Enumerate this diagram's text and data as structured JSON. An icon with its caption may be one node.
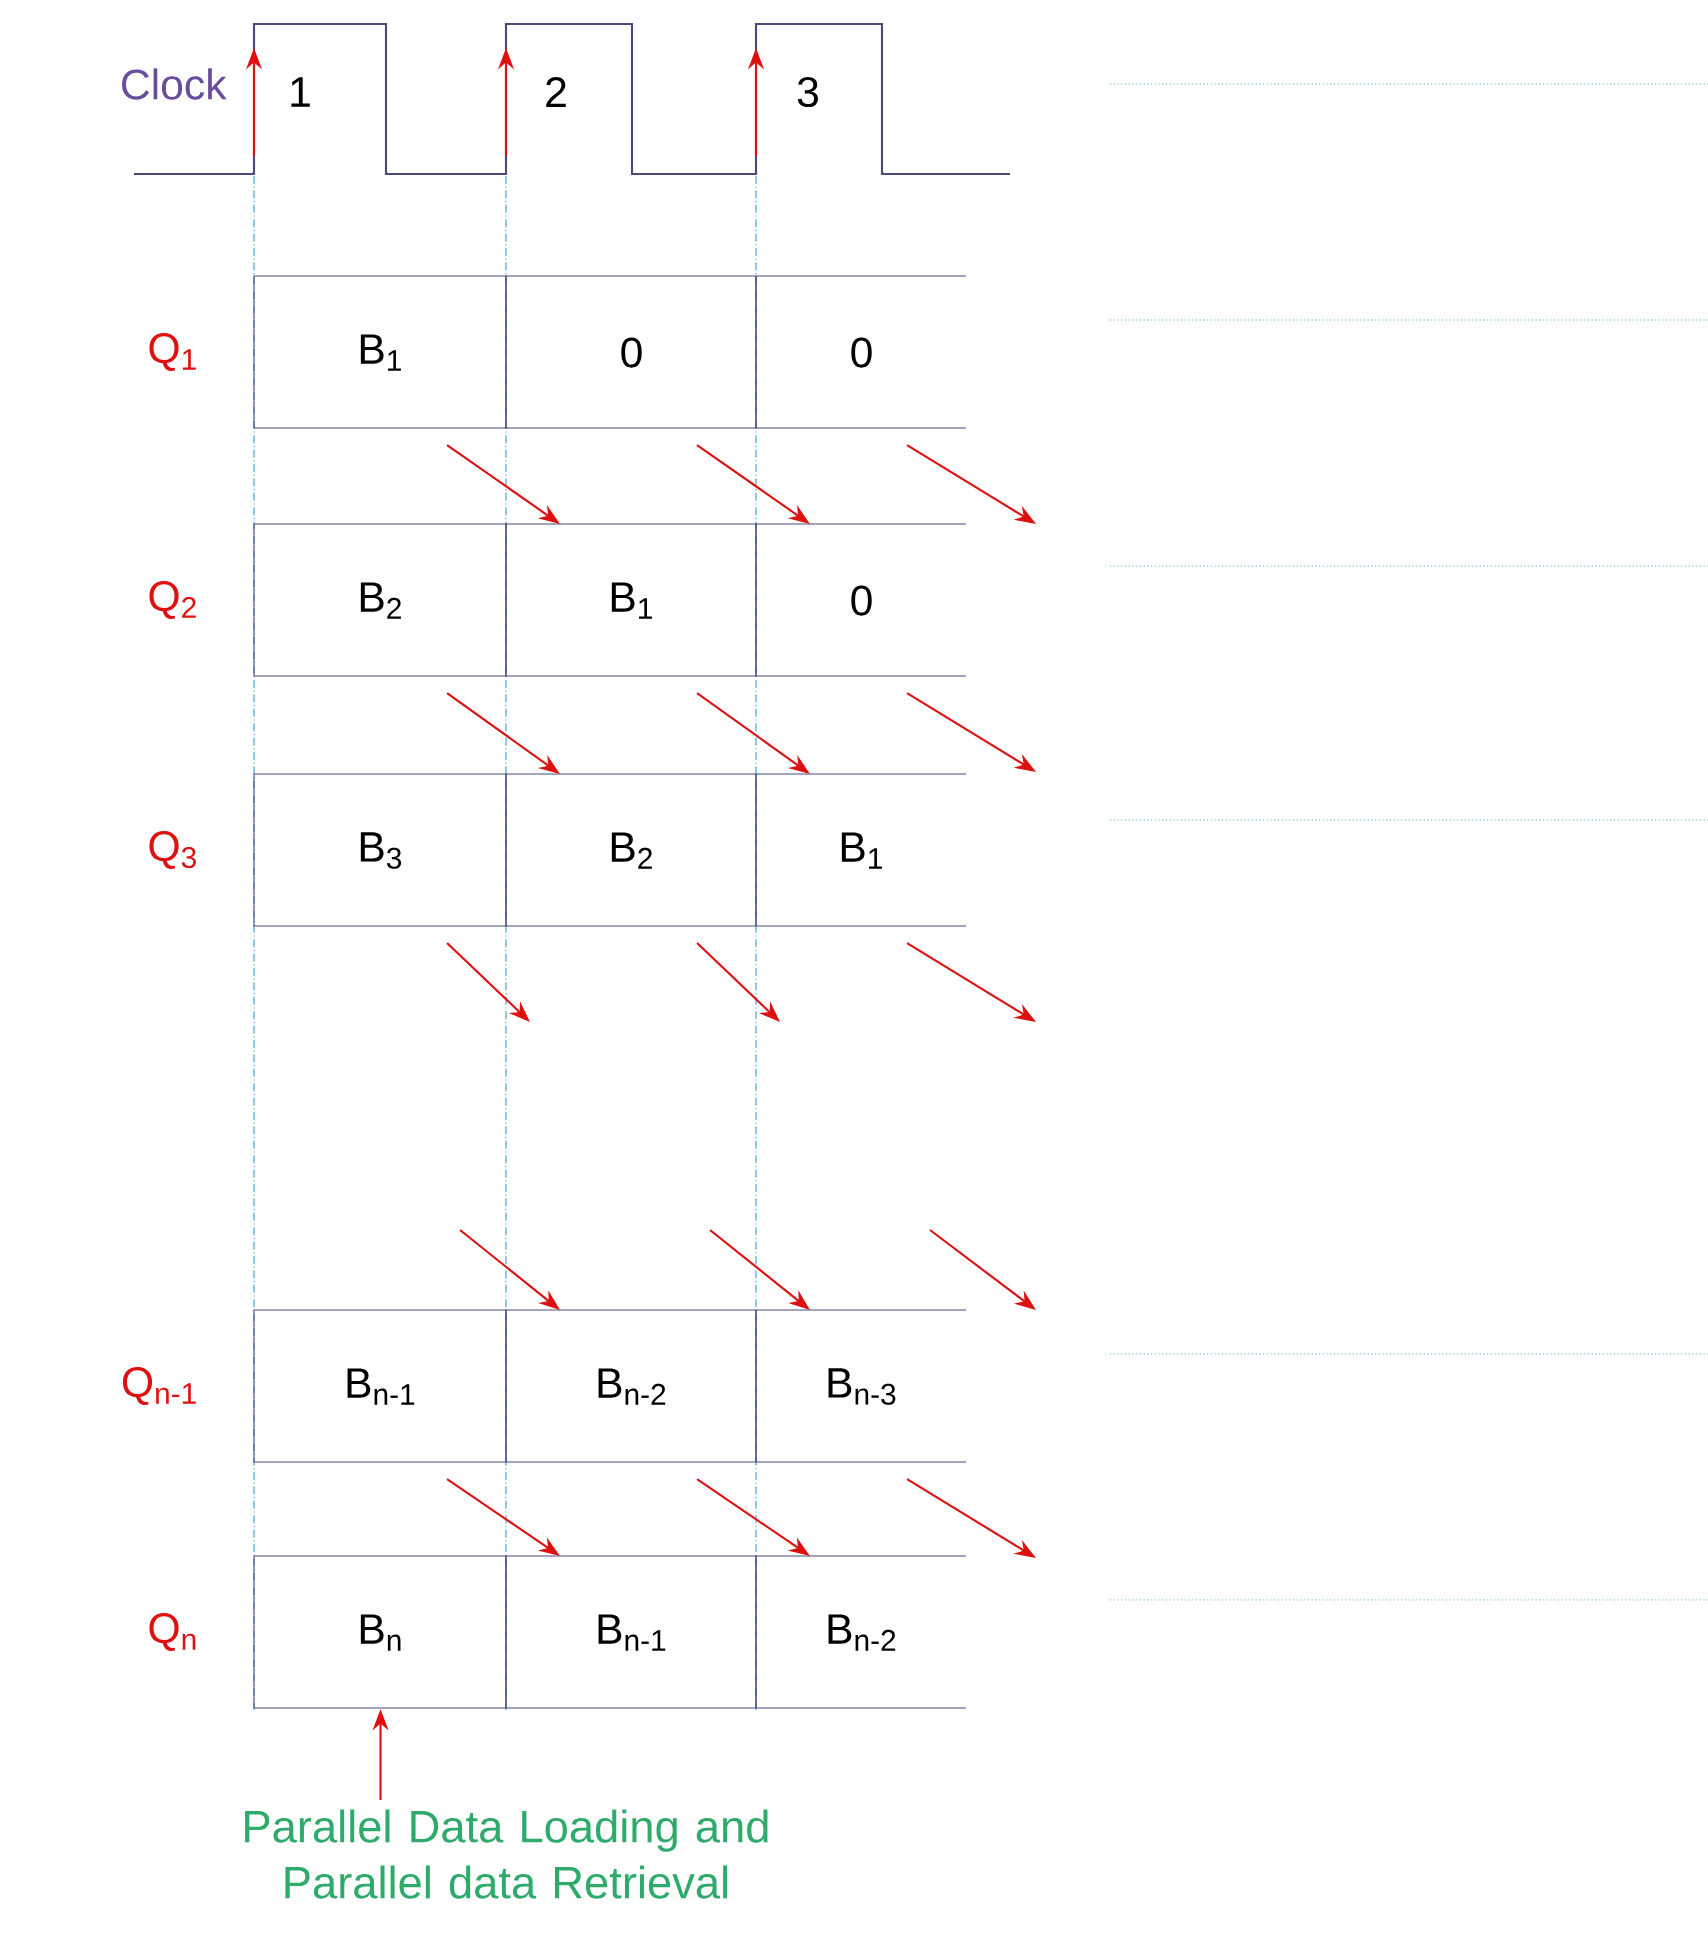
{
  "diagram": {
    "nodes": [
      {
        "text": [
          "B$_{1}$"
        ]
      },
      {
        "text": [
          "0"
        ]
      },
      {
        "text": [
          "0"
        ]
      },
      {
        "text": [
          "B$_{2}$"
        ]
      },
      {
        "text": [
          "B$_{1}$"
        ]
      },
      {
        "text": [
          "0"
        ]
      },
      {
        "text": [
          "B$_{3}$"
        ]
      },
      {
        "text": [
          "B$_{2}$"
        ]
      },
      {
        "text": [
          "B$_{1}$"
        ]
      },
      {
        "text": [
          "B$_{n-1}$"
        ]
      },
      {
        "text": [
          "B$_{n-2}$"
        ]
      },
      {
        "text": [
          "B$_{n-3}$"
        ]
      },
      {
        "text": [
          "B$_{n}$"
        ]
      },
      {
        "text": [
          "B$_{n-1}$"
        ]
      },
      {
        "text": [
          "B$_{n-2}$"
        ]
      },
      {
        "text": [
          "Parallel Data Loading and Parallel data Retrieval"
        ]
      }
    ],
    "edges": [
      {
        "from": 0,
        "to": 4,
        "arrow": "to"
      },
      {
        "from": 1,
        "to": 5,
        "arrow": "to"
      },
      {
        "from": 2,
        "to": null,
        "arrow": "to"
      },
      {
        "from": 3,
        "to": 7,
        "arrow": "to"
      },
      {
        "from": 4,
        "to": 8,
        "arrow": "to"
      },
      {
        "from": 5,
        "to": null,
        "arrow": "to"
      },
      {
        "from": 6,
        "to": null,
        "arrow": "to"
      },
      {
        "from": 7,
        "to": null,
        "arrow": "to"
      },
      {
        "from": 8,
        "to": null,
        "arrow": "to"
      },
      {
        "from": null,
        "to": 10,
        "arrow": "to"
      },
      {
        "from": null,
        "to": 11,
        "arrow": "to"
      },
      {
        "from": 9,
        "to": 13,
        "arrow": "to"
      },
      {
        "from": 10,
        "to": 14,
        "arrow": "to"
      },
      {
        "from": 11,
        "to": null,
        "arrow": "to"
      },
      {
        "from": 15,
        "to": 12,
        "arrow": "to"
      }
    ],
    "labels": [
      "Clock",
      "1",
      "2",
      "3",
      "Q$_{1}$",
      "Q$_{2}$",
      "Q$_{3}$",
      "Q$_{n-1}$",
      "Q$_{n}$"
    ]
  }
}
